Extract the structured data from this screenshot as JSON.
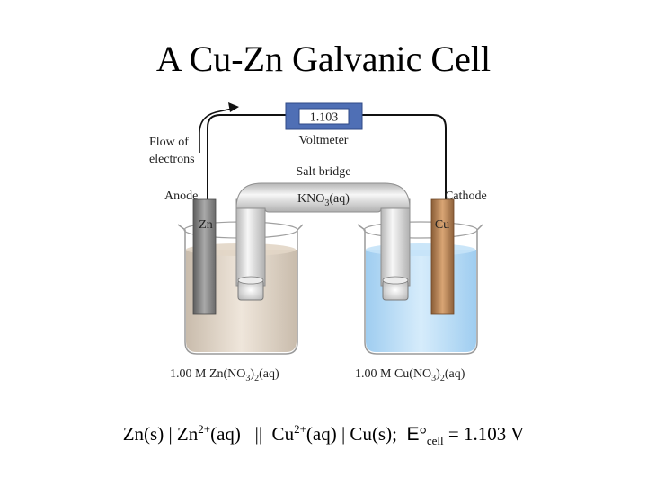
{
  "slide": {
    "title": "A Cu-Zn Galvanic Cell"
  },
  "diagram": {
    "voltmeter_reading": "1.103",
    "voltmeter_label": "Voltmeter",
    "flow_label_line1": "Flow of",
    "flow_label_line2": "electrons",
    "salt_bridge_label": "Salt bridge",
    "salt_bridge_formula_main": "KNO",
    "salt_bridge_formula_sub": "3",
    "salt_bridge_formula_tail": "(aq)",
    "anode_label": "Anode",
    "cathode_label": "Cathode",
    "anode_metal": "Zn",
    "cathode_metal": "Cu",
    "left_solution_main": "1.00 M Zn(NO",
    "left_solution_sub": "3",
    "left_solution_mid": ")",
    "left_solution_sub2": "2",
    "left_solution_tail": "(aq)",
    "right_solution_main": "1.00 M Cu(NO",
    "right_solution_sub": "3",
    "right_solution_mid": ")",
    "right_solution_sub2": "2",
    "right_solution_tail": "(aq)",
    "colors": {
      "voltmeter_body": "#4f6fb5",
      "zn_solution": "#e8ddd0",
      "cu_solution": "#bfe0f7",
      "zinc_electrode": "#7b7b7b",
      "copper_electrode": "#b8875a"
    }
  },
  "notation": {
    "zn_s": "Zn(s) | Zn",
    "zn_charge": "2+",
    "zn_aq": "(aq)   ||  Cu",
    "cu_charge": "2+",
    "cu_rest": "(aq) | Cu(s);  ",
    "e_symbol": "E",
    "degree": "°",
    "e_sub": "cell",
    "value": " = 1.103 V"
  }
}
